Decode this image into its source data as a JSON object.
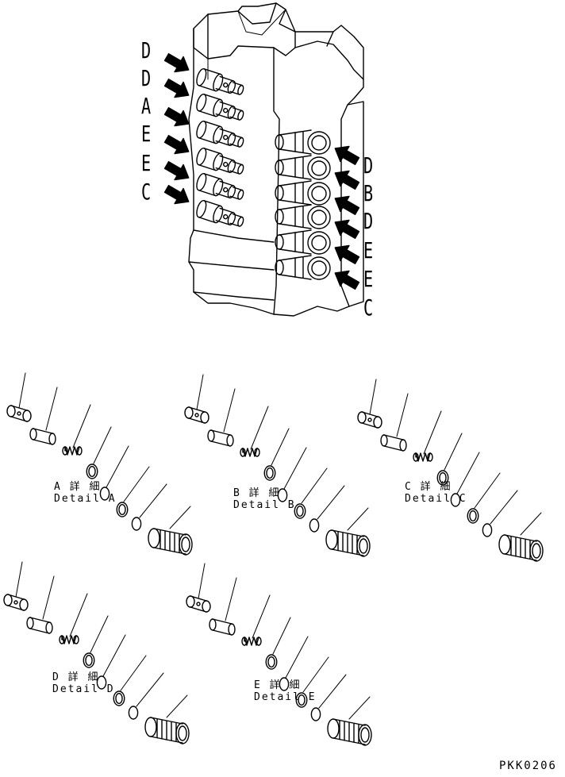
{
  "left_labels": [
    "D",
    "D",
    "A",
    "E",
    "E",
    "C"
  ],
  "right_labels": [
    "D",
    "B",
    "D",
    "E",
    "E",
    "C"
  ],
  "details": [
    {
      "title": "A 詳 細",
      "subtitle": "Detail A"
    },
    {
      "title": "B 詳 細",
      "subtitle": "Detail B"
    },
    {
      "title": "C 詳 細",
      "subtitle": "Detail C"
    },
    {
      "title": "D 詳 細",
      "subtitle": "Detail D"
    },
    {
      "title": "E 詳 細",
      "subtitle": "Detail E"
    }
  ],
  "drawing_code": "PKK0206"
}
